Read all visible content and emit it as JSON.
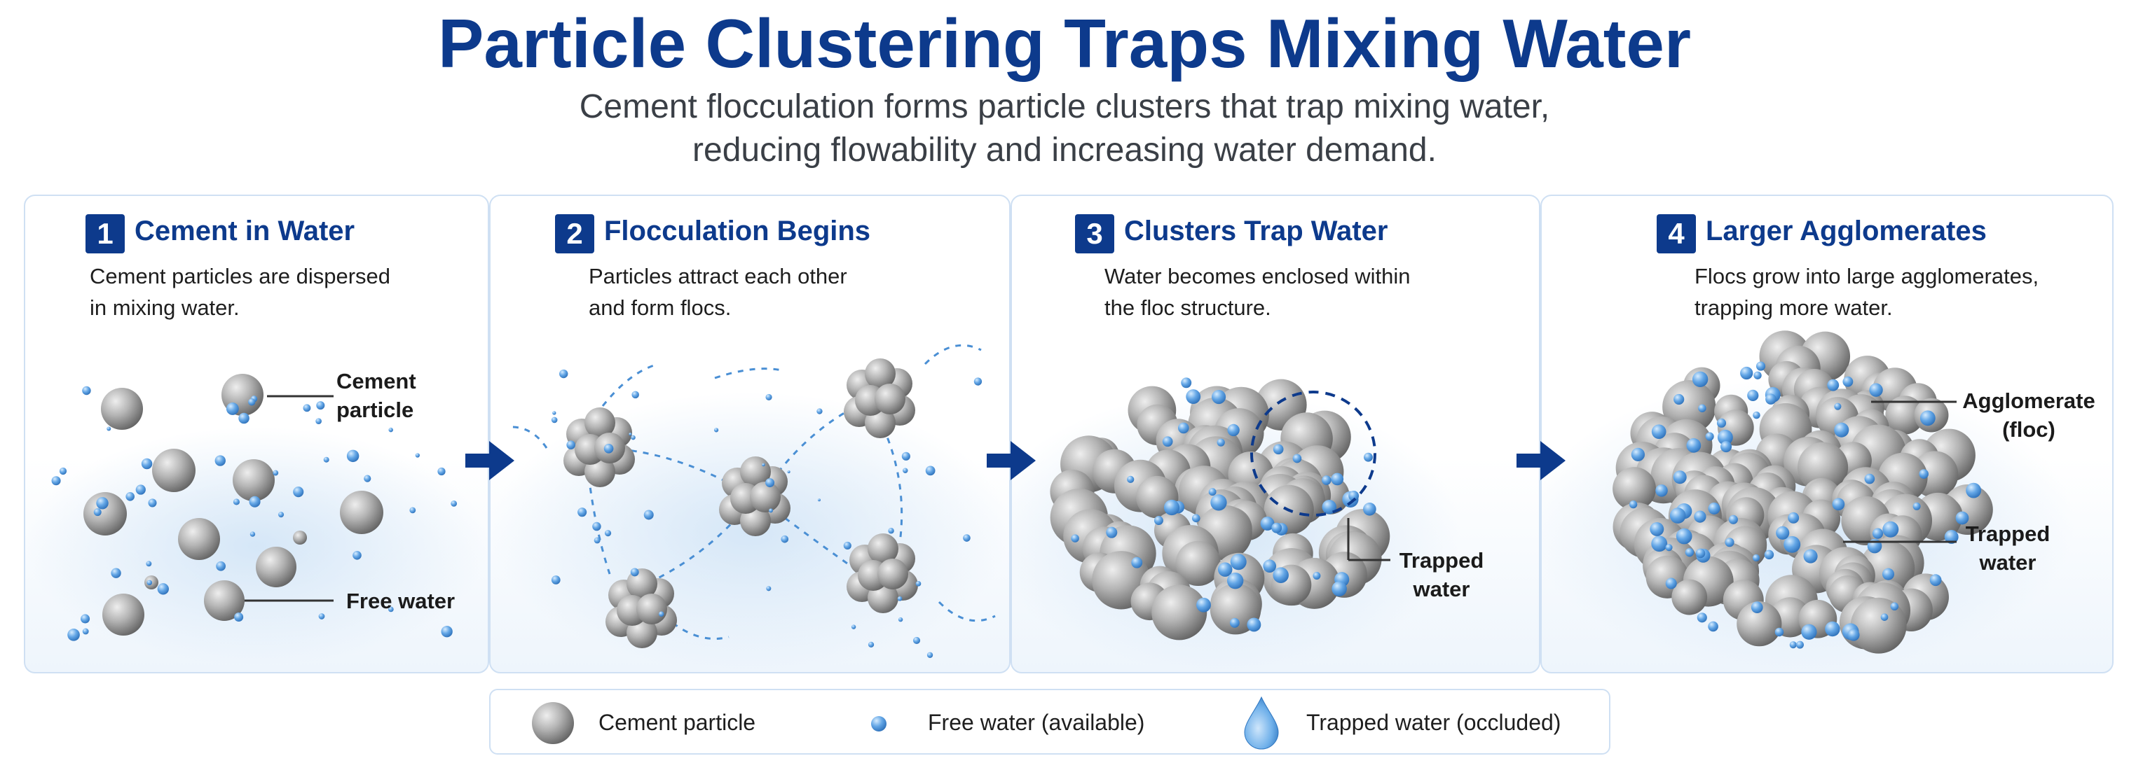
{
  "header": {
    "title": "Particle Clustering Traps Mixing Water",
    "subtitle_line1": "Cement flocculation forms particle clusters that trap mixing water,",
    "subtitle_line2": "reducing flowability and increasing water demand."
  },
  "panels": [
    {
      "number": "1",
      "title": "Cement in Water",
      "desc_line1": "Cement particles are dispersed",
      "desc_line2": "in mixing water.",
      "callouts": {
        "particle_line1": "Cement",
        "particle_line2": "particle",
        "water": "Free water"
      }
    },
    {
      "number": "2",
      "title": "Flocculation Begins",
      "desc_line1": "Particles attract each other",
      "desc_line2": "and form flocs."
    },
    {
      "number": "3",
      "title": "Clusters Trap Water",
      "desc_line1": "Water becomes enclosed within",
      "desc_line2": "the floc structure.",
      "callouts": {
        "trapped_line1": "Trapped",
        "trapped_line2": "water"
      }
    },
    {
      "number": "4",
      "title": "Larger Agglomerates",
      "desc_line1": "Flocs grow into large agglomerates,",
      "desc_line2": "trapping more water.",
      "callouts": {
        "agglomerate_line1": "Agglomerate",
        "agglomerate_line2": "(floc)",
        "trapped_line1": "Trapped",
        "trapped_line2": "water"
      }
    }
  ],
  "legend": {
    "cement": "Cement particle",
    "free_water": "Free water (available)",
    "trapped_water": "Trapped water (occluded)"
  },
  "colors": {
    "title_blue": "#0d3a8c",
    "panel_border": "#cfe0f3",
    "particle_gray": "#9a9a9a",
    "water_blue": "#4a8fd4",
    "arrow_blue": "#0d3a8c"
  }
}
